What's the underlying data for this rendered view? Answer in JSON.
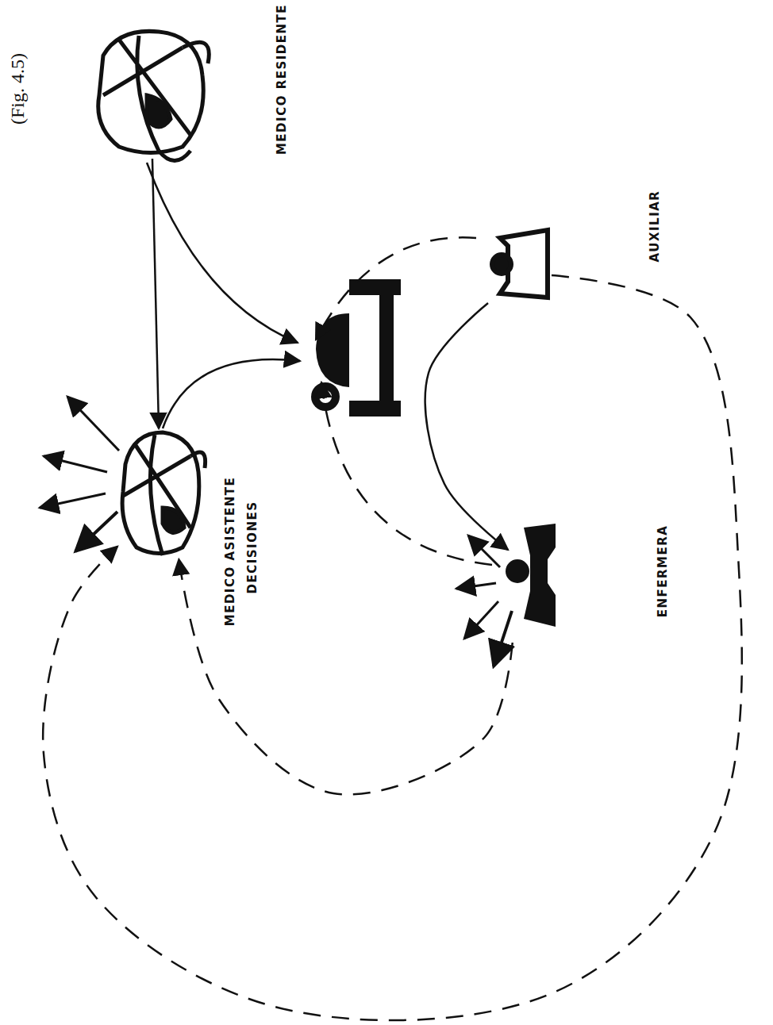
{
  "diagram": {
    "nodes": [
      {
        "text": [
          "MEDICO RESIDENTE"
        ]
      },
      {
        "text": [
          "MEDICO ASISTENTE",
          "DECISIONES"
        ]
      },
      {
        "text": [
          "ENFERMERA"
        ]
      },
      {
        "text": [
          "AUXILIAR"
        ]
      }
    ],
    "edges": [
      {
        "from": 0,
        "to": 1,
        "arrow": "to"
      },
      {
        "from": 3,
        "to": 2,
        "arrow": "to"
      },
      {
        "from": 2,
        "to": 1,
        "arrow": "to"
      },
      {
        "from": 3,
        "to": 1,
        "arrow": "to"
      }
    ],
    "labels": [
      "(Fig. 4.5)"
    ]
  }
}
